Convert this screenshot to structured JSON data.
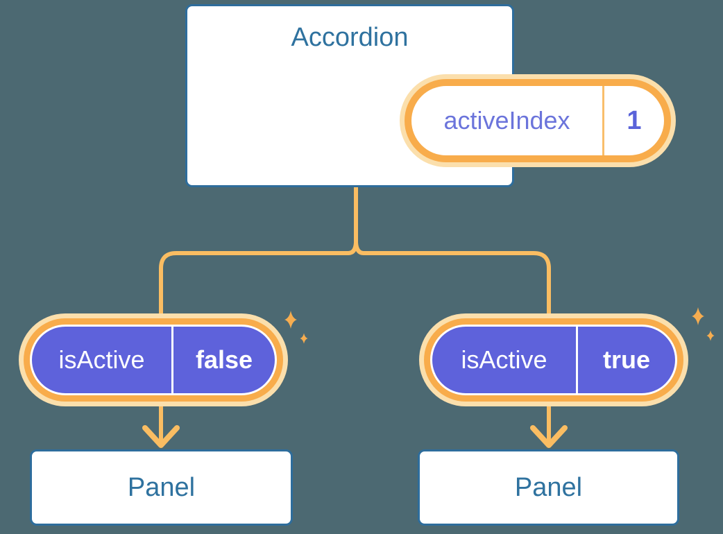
{
  "background_color": "#4C6972",
  "palette": {
    "connector_orange": "#FABD62",
    "ring_orange": "#F8AC4B",
    "halo_orange": "#FBDFAC",
    "sparkle_orange": "#F6AD50",
    "box_border_blue": "#2E6D9C",
    "heading_blue": "#2F729F",
    "pill_purple": "#5E62DB",
    "state_name_purple": "#6B74DB",
    "state_value_purple": "#5A63D9"
  },
  "accordion": {
    "title": "Accordion",
    "state": {
      "name": "activeIndex",
      "value": "1"
    }
  },
  "children": [
    {
      "id": "left",
      "prop": {
        "name": "isActive",
        "value": "false"
      },
      "panel_label": "Panel"
    },
    {
      "id": "right",
      "prop": {
        "name": "isActive",
        "value": "true"
      },
      "panel_label": "Panel"
    }
  ]
}
